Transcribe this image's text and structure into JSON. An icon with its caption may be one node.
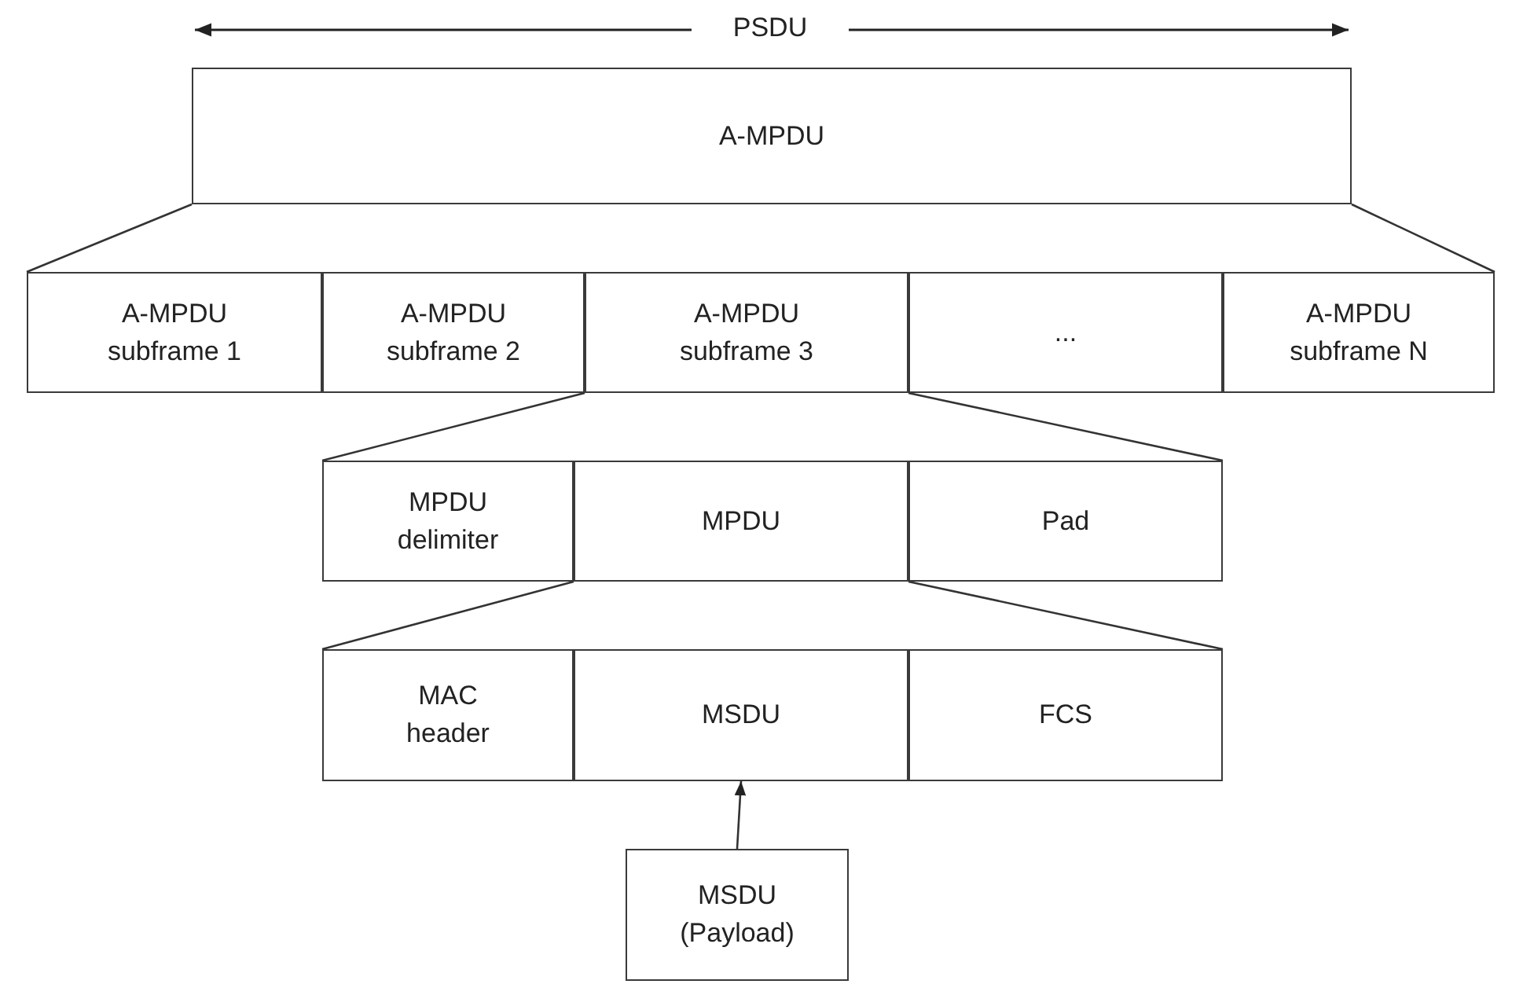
{
  "diagram": {
    "nodes": [
      {
        "text": [
          "A-MPDU"
        ]
      },
      {
        "text": [
          "A-MPDU subframe 1"
        ]
      },
      {
        "text": [
          "A-MPDU subframe 2"
        ]
      },
      {
        "text": [
          "A-MPDU subframe 3"
        ]
      },
      {
        "text": [
          "..."
        ]
      },
      {
        "text": [
          "A-MPDU subframe N"
        ]
      },
      {
        "text": [
          "MPDU delimiter"
        ]
      },
      {
        "text": [
          "MPDU"
        ]
      },
      {
        "text": [
          "Pad"
        ]
      },
      {
        "text": [
          "MAC header"
        ]
      },
      {
        "text": [
          "MSDU"
        ]
      },
      {
        "text": [
          "FCS"
        ]
      },
      {
        "text": [
          "MSDU (Payload)"
        ]
      }
    ],
    "edges": [
      {
        "from": 0,
        "to": 1,
        "arrow": "none"
      },
      {
        "from": 0,
        "to": 5,
        "arrow": "none"
      },
      {
        "from": 3,
        "to": 6,
        "arrow": "none"
      },
      {
        "from": 3,
        "to": 8,
        "arrow": "none"
      },
      {
        "from": 7,
        "to": 9,
        "arrow": "none"
      },
      {
        "from": 7,
        "to": 11,
        "arrow": "none"
      },
      {
        "from": 12,
        "to": 10,
        "arrow": "to"
      }
    ],
    "labels": [
      "PSDU"
    ]
  }
}
